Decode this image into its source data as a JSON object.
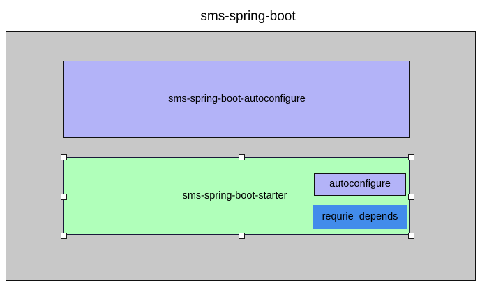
{
  "diagram": {
    "title": "sms-spring-boot",
    "outer_module": {
      "name": "sms-spring-boot",
      "fill_color": "#c8c8c8",
      "border_color": "#111111"
    },
    "modules": [
      {
        "id": "autoconfigure",
        "label": "sms-spring-boot-autoconfigure",
        "fill_color": "#b3b3f8",
        "border_color": "#111111",
        "selected": false
      },
      {
        "id": "starter",
        "label": "sms-spring-boot-starter",
        "fill_color": "#b0ffba",
        "border_color": "#1a1a3a",
        "selected": true,
        "tags": [
          {
            "id": "autoconfigure-tag",
            "label": "autoconfigure",
            "fill_color": "#b3b3f8",
            "border_color": "#111111"
          },
          {
            "id": "requires-tag",
            "label": "requrie  depends",
            "fill_color": "#428ceb",
            "border_color": "#428ceb"
          }
        ]
      }
    ],
    "selection_handles": {
      "count": 8,
      "fill_color": "#ffffff",
      "border_color": "#1a1a1a",
      "positions": [
        "top-left",
        "top-middle",
        "top-right",
        "middle-left",
        "middle-right",
        "bottom-left",
        "bottom-middle",
        "bottom-right"
      ]
    }
  }
}
